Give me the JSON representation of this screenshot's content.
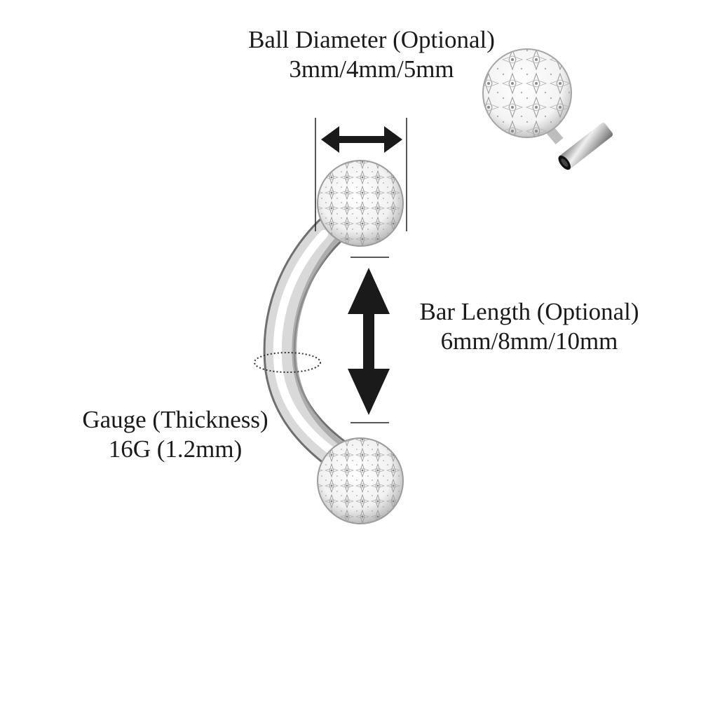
{
  "ball_diameter": {
    "title": "Ball Diameter (Optional)",
    "options": "3mm/4mm/5mm"
  },
  "bar_length": {
    "title": "Bar Length (Optional)",
    "options": "6mm/8mm/10mm"
  },
  "gauge": {
    "title": "Gauge (Thickness)",
    "value": "16G (1.2mm)"
  },
  "colors": {
    "background": "#ffffff",
    "text": "#1a1a1a",
    "arrow": "#1a1a1a",
    "steel_light": "#f2f2f2",
    "steel_dark": "#8a8a8a",
    "crystal": "#d9d9d9"
  },
  "icons": {
    "product": "curved-barbell-icon",
    "ball_closeup": "crystal-ball-detail-icon",
    "width_arrow": "double-arrow-horizontal-icon",
    "length_arrow": "double-arrow-vertical-icon",
    "gauge_marker": "dotted-ellipse-icon"
  }
}
